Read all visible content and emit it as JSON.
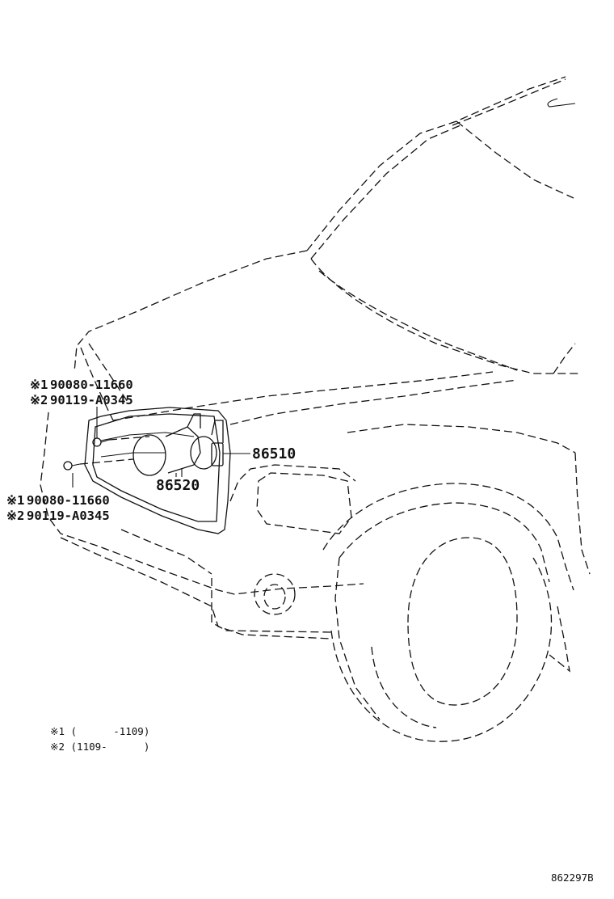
{
  "callouts": {
    "upper_bolt_v1_marker": "※1",
    "upper_bolt_v1_part": "90080-11660",
    "upper_bolt_v2_marker": "※2",
    "upper_bolt_v2_part": "90119-A0345",
    "lower_bolt_v1_marker": "※1",
    "lower_bolt_v1_part": "90080-11660",
    "lower_bolt_v2_marker": "※2",
    "lower_bolt_v2_part": "90119-A0345",
    "high_horn_part": "86510",
    "low_horn_part": "86520"
  },
  "legend": {
    "note1": "※1 (      -1109)",
    "note2": "※2 (1109-      )"
  },
  "diagram_id": "862297B"
}
